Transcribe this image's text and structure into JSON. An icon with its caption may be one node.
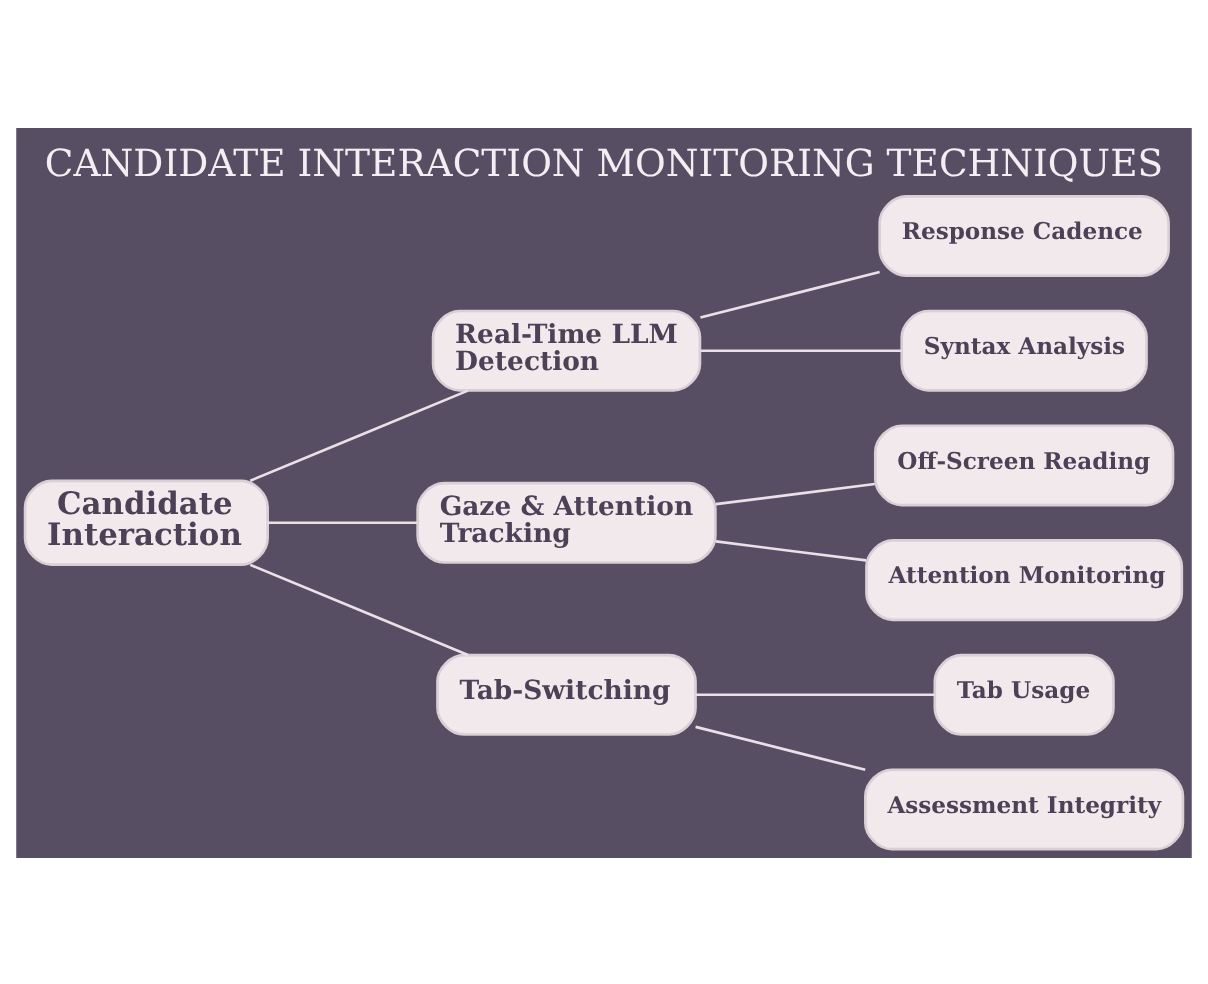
{
  "diagram": {
    "title": "CANDIDATE INTERACTION MONITORING TECHNIQUES",
    "nodes": [
      {
        "text": [
          "Candidate Interaction"
        ]
      },
      {
        "text": [
          "Real-Time LLM Detection"
        ]
      },
      {
        "text": [
          "Response Cadence"
        ]
      },
      {
        "text": [
          "Syntax Analysis"
        ]
      },
      {
        "text": [
          "Gaze & Attention Tracking"
        ]
      },
      {
        "text": [
          "Off-Screen Reading"
        ]
      },
      {
        "text": [
          "Attention Monitoring"
        ]
      },
      {
        "text": [
          "Tab-Switching"
        ]
      },
      {
        "text": [
          "Tab Usage"
        ]
      },
      {
        "text": [
          "Assessment Integrity"
        ]
      }
    ],
    "edges": [
      {
        "from": 0,
        "to": 1,
        "arrow": "none"
      },
      {
        "from": 0,
        "to": 4,
        "arrow": "none"
      },
      {
        "from": 0,
        "to": 7,
        "arrow": "none"
      },
      {
        "from": 1,
        "to": 2,
        "arrow": "none"
      },
      {
        "from": 1,
        "to": 3,
        "arrow": "none"
      },
      {
        "from": 4,
        "to": 5,
        "arrow": "none"
      },
      {
        "from": 4,
        "to": 6,
        "arrow": "none"
      },
      {
        "from": 7,
        "to": 8,
        "arrow": "none"
      },
      {
        "from": 7,
        "to": 9,
        "arrow": "none"
      }
    ]
  }
}
